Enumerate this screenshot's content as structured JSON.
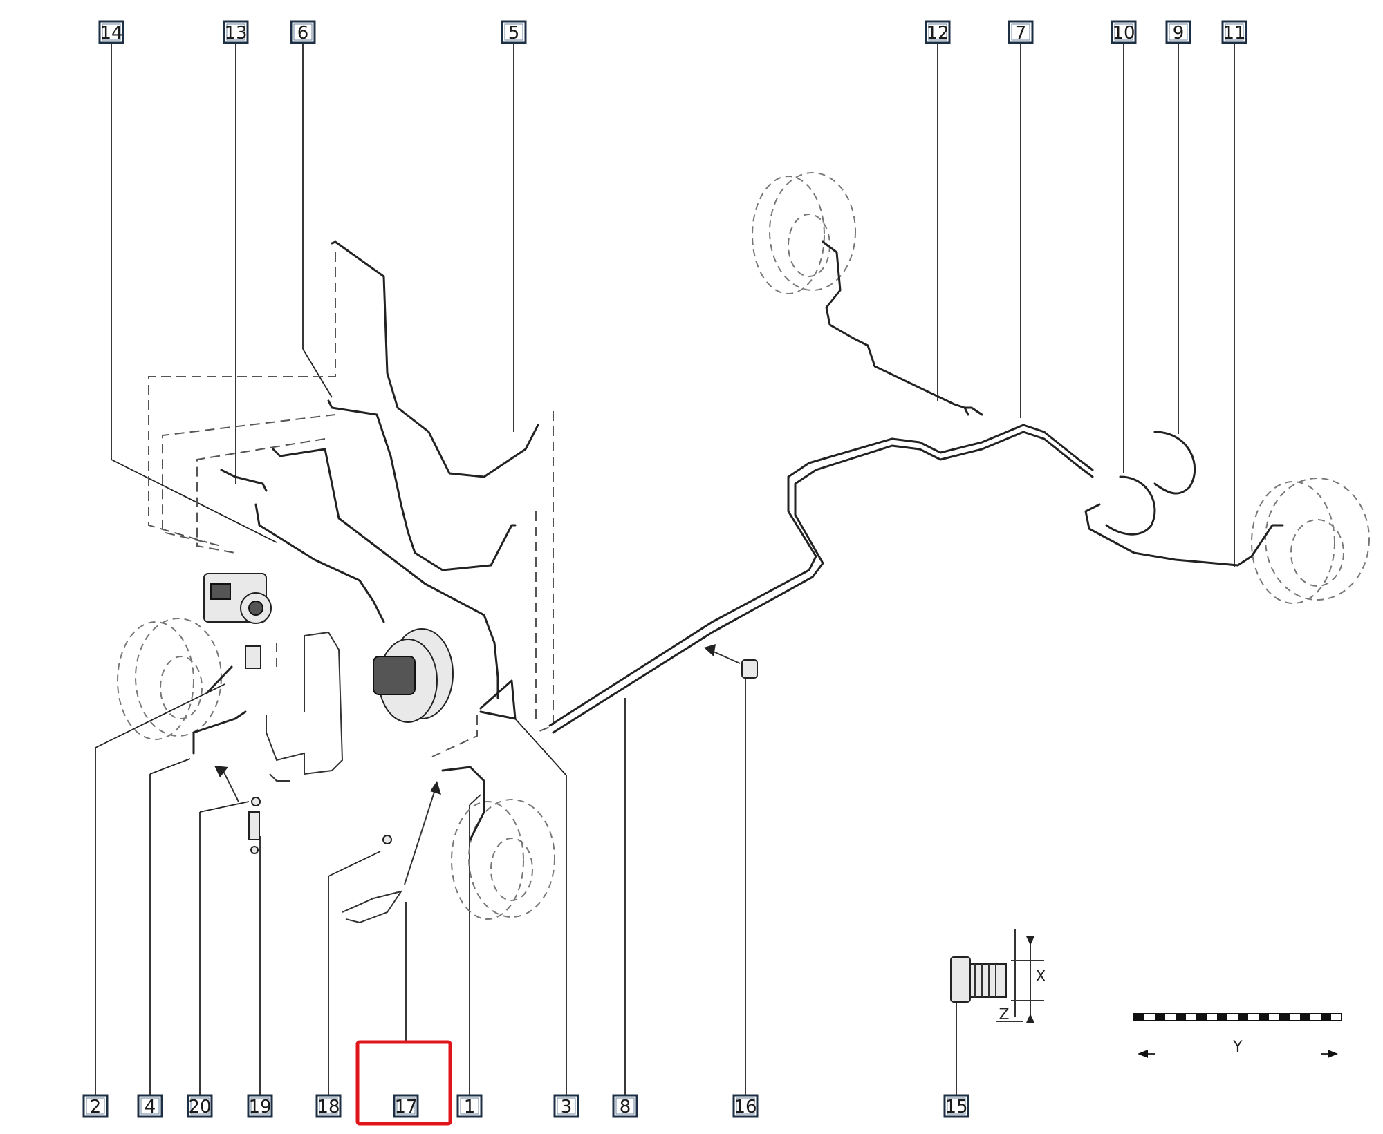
{
  "callouts": [
    {
      "id": "14",
      "label": "14"
    },
    {
      "id": "13",
      "label": "13"
    },
    {
      "id": "6",
      "label": "6"
    },
    {
      "id": "5",
      "label": "5"
    },
    {
      "id": "12",
      "label": "12"
    },
    {
      "id": "7",
      "label": "7"
    },
    {
      "id": "10",
      "label": "10"
    },
    {
      "id": "9",
      "label": "9"
    },
    {
      "id": "11",
      "label": "11"
    },
    {
      "id": "2",
      "label": "2"
    },
    {
      "id": "4",
      "label": "4"
    },
    {
      "id": "20",
      "label": "20"
    },
    {
      "id": "19",
      "label": "19"
    },
    {
      "id": "18",
      "label": "18"
    },
    {
      "id": "17",
      "label": "17"
    },
    {
      "id": "1",
      "label": "1"
    },
    {
      "id": "3",
      "label": "3"
    },
    {
      "id": "8",
      "label": "8"
    },
    {
      "id": "16",
      "label": "16"
    },
    {
      "id": "15",
      "label": "15"
    }
  ],
  "highlighted_callout": "17",
  "highlight_color": "#e0151b",
  "dimension_labels": {
    "x": "X",
    "z": "Z",
    "y": "Y"
  }
}
